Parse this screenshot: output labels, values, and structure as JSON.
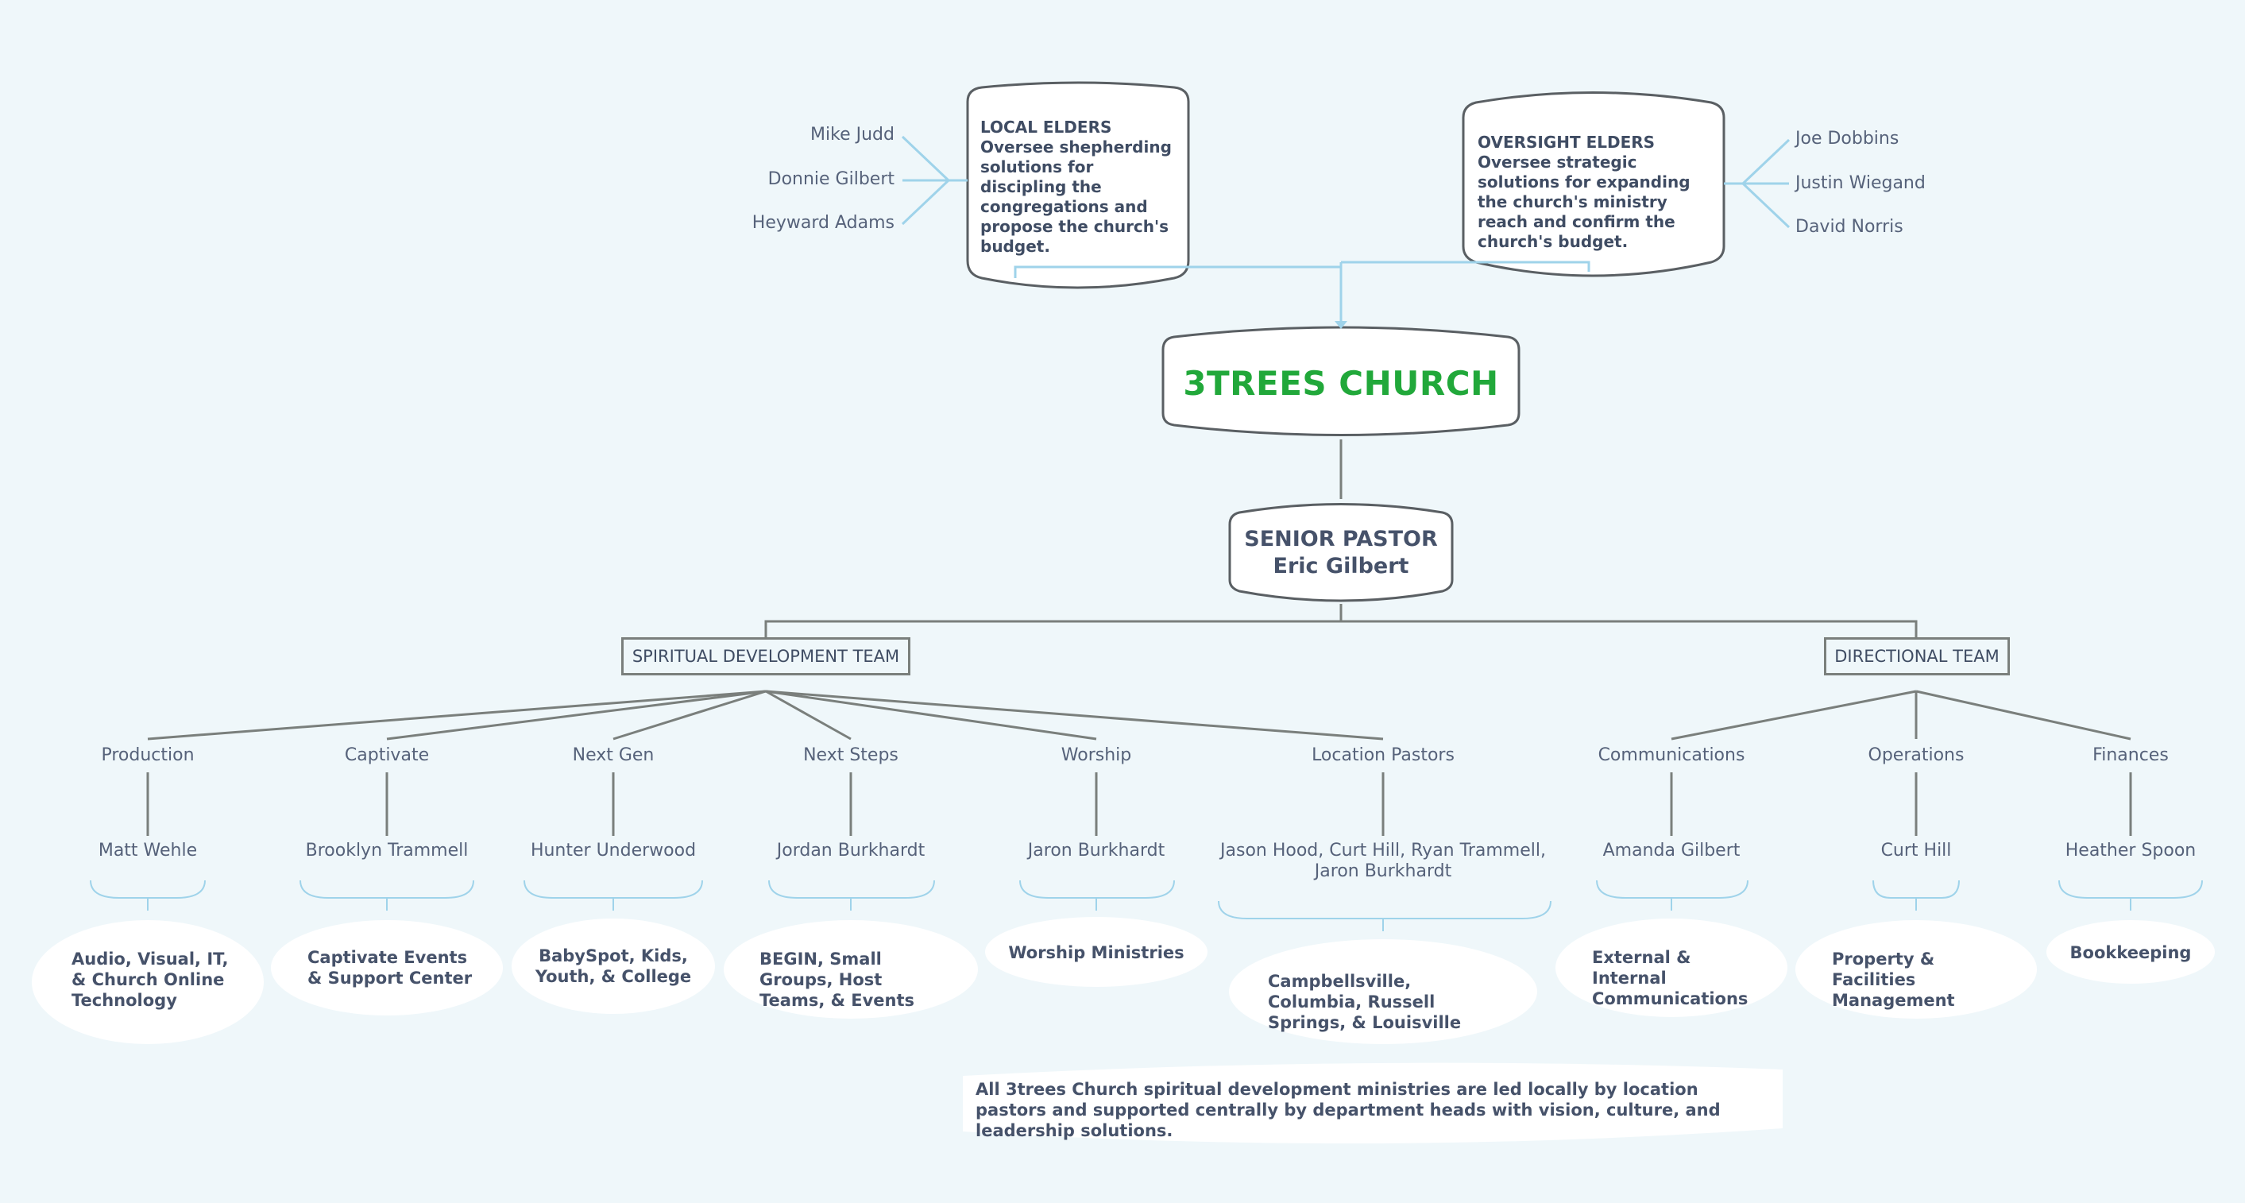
{
  "church": {
    "name": "3TREES CHURCH"
  },
  "local_elders": {
    "heading": "LOCAL ELDERS",
    "description": "Oversee shepherding solutions for discipling the congregations and propose the church's budget.",
    "members": [
      "Mike Judd",
      "Donnie Gilbert",
      "Heyward Adams"
    ]
  },
  "oversight_elders": {
    "heading": "OVERSIGHT ELDERS",
    "description": "Oversee strategic solutions for expanding the church's ministry reach and confirm the church's budget.",
    "members": [
      "Joe Dobbins",
      "Justin Wiegand",
      "David Norris"
    ]
  },
  "senior_pastor": {
    "title": "SENIOR PASTOR",
    "name": "Eric Gilbert"
  },
  "teams": {
    "spiritual": "SPIRITUAL DEVELOPMENT TEAM",
    "directional": "DIRECTIONAL TEAM"
  },
  "departments": [
    {
      "name": "Production",
      "leader": "Matt Wehle",
      "ministry": "Audio, Visual, IT, & Church Online Technology"
    },
    {
      "name": "Captivate",
      "leader": "Brooklyn Trammell",
      "ministry": "Captivate Events & Support Center"
    },
    {
      "name": "Next Gen",
      "leader": "Hunter Underwood",
      "ministry": "BabySpot, Kids, Youth, & College"
    },
    {
      "name": "Next Steps",
      "leader": "Jordan Burkhardt",
      "ministry": "BEGIN, Small Groups, Host Teams, & Events"
    },
    {
      "name": "Worship",
      "leader": "Jaron Burkhardt",
      "ministry": "Worship  Ministries"
    },
    {
      "name": "Location Pastors",
      "leader": "Jason Hood, Curt Hill, Ryan Trammell, Jaron Burkhardt",
      "ministry": "Campbellsville, Columbia, Russell Springs, & Louisville"
    },
    {
      "name": "Communications",
      "leader": "Amanda Gilbert",
      "ministry": "External & Internal Communications"
    },
    {
      "name": "Operations",
      "leader": "Curt Hill",
      "ministry": "Property & Facilities Management"
    },
    {
      "name": "Finances",
      "leader": "Heather Spoon",
      "ministry": "Bookkeeping"
    }
  ],
  "footnote": "All 3trees Church spiritual development ministries are led locally by location pastors and supported centrally by department heads with vision, culture, and leadership solutions.",
  "colors": {
    "background": "#eff7fa",
    "church_green": "#21a83a",
    "light_blue": "#9fd3ea",
    "connector_gray": "#7a7f7c",
    "text": "#46526a"
  }
}
